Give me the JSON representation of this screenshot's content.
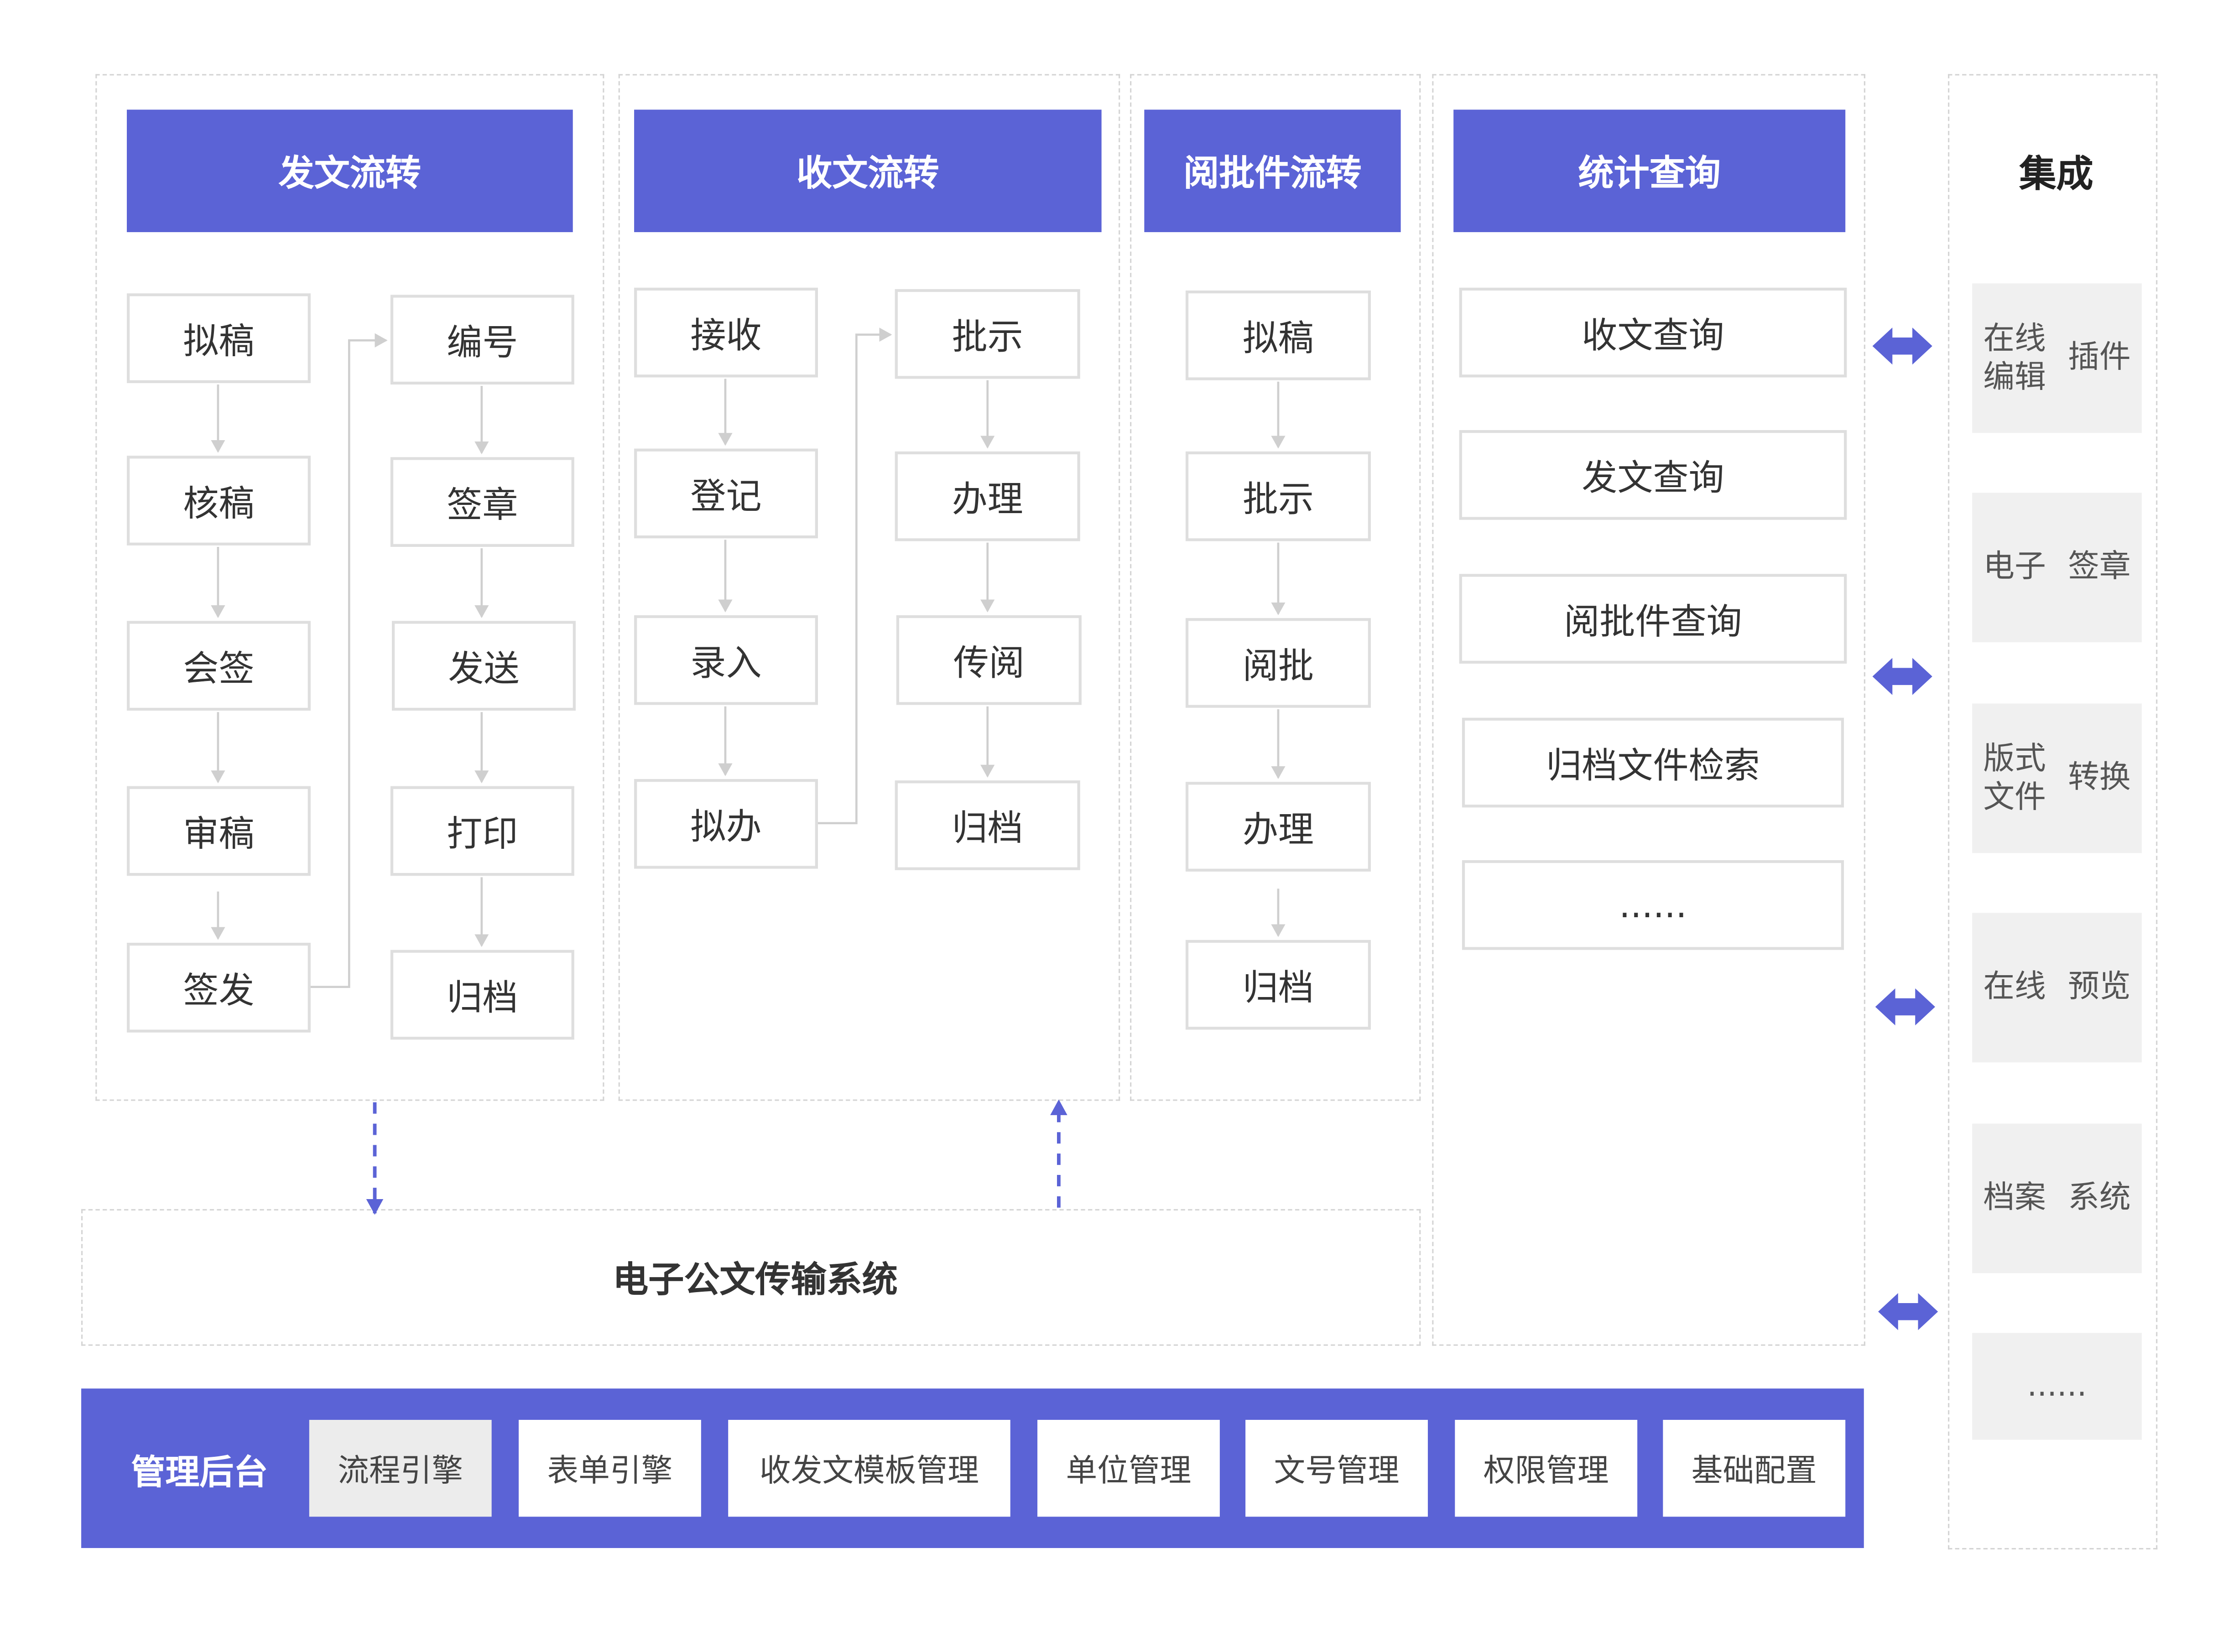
{
  "columns": {
    "fawen": {
      "title": "发文流转",
      "left_steps": [
        "拟稿",
        "核稿",
        "会签",
        "审稿",
        "签发"
      ],
      "right_steps": [
        "编号",
        "签章",
        "发送",
        "打印",
        "归档"
      ]
    },
    "shouwen": {
      "title": "收文流转",
      "left_steps": [
        "接收",
        "登记",
        "录入",
        "拟办"
      ],
      "right_steps": [
        "批示",
        "办理",
        "传阅",
        "归档"
      ]
    },
    "yuepi": {
      "title": "阅批件流转",
      "steps": [
        "拟稿",
        "批示",
        "阅批",
        "办理",
        "归档"
      ]
    },
    "tongji": {
      "title": "统计查询",
      "items": [
        "收文查询",
        "发文查询",
        "阅批件查询",
        "归档文件检索",
        "......"
      ]
    }
  },
  "integration": {
    "title": "集成",
    "items": [
      [
        "在线编辑",
        "插件"
      ],
      [
        "电子",
        "签章"
      ],
      [
        "版式文件",
        "转换"
      ],
      [
        "在线",
        "预览"
      ],
      [
        "档案",
        "系统"
      ],
      [
        "......"
      ]
    ]
  },
  "transmission": {
    "title": "电子公文传输系统"
  },
  "management": {
    "title": "管理后台",
    "items": [
      "流程引擎",
      "表单引擎",
      "收发文模板管理",
      "单位管理",
      "文号管理",
      "权限管理",
      "基础配置"
    ]
  },
  "colors": {
    "accent": "#5b63d6",
    "box_border": "#dedede",
    "connector": "#cfcfcf",
    "dashed_border": "#d4d4d4",
    "integration_bg": "#f0f0f0"
  }
}
